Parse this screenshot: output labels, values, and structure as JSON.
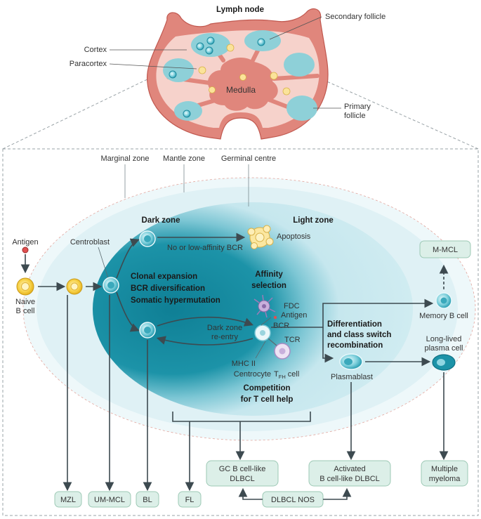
{
  "lymph_node": {
    "title": "Lymph node",
    "cortex": "Cortex",
    "paracortex": "Paracortex",
    "secondary_follicle": "Secondary follicle",
    "medulla": "Medulla",
    "primary_follicle_1": "Primary",
    "primary_follicle_2": "follicle"
  },
  "zones": {
    "marginal": "Marginal zone",
    "mantle": "Mantle zone",
    "germinal": "Germinal centre",
    "dark": "Dark zone",
    "light": "Light zone"
  },
  "cells": {
    "antigen": "Antigen",
    "naive_1": "Naive",
    "naive_2": "B cell",
    "centroblast": "Centroblast",
    "no_affinity": "No or low-affinity BCR",
    "apoptosis": "Apoptosis",
    "clonal": "Clonal expansion",
    "bcr_div": "BCR diversification",
    "somatic": "Somatic hypermutation",
    "affinity_1": "Affinity",
    "affinity_2": "selection",
    "fdc": "FDC",
    "fdc_antigen": "Antigen",
    "bcr": "BCR",
    "tcr": "TCR",
    "reentry_1": "Dark zone",
    "reentry_2": "re-entry",
    "mhc": "MHC II",
    "centrocyte": "Centrocyte",
    "tfh_main": "T",
    "tfh_sub": "FH",
    "tfh_tail": " cell",
    "competition_1": "Competition",
    "competition_2": "for T cell help",
    "diff_1": "Differentiation",
    "diff_2": "and class switch",
    "diff_3": "recombination",
    "plasmablast": "Plasmablast",
    "memory": "Memory B cell",
    "plasma_1": "Long-lived",
    "plasma_2": "plasma cell"
  },
  "lymphomas": {
    "mmcl": "M-MCL",
    "gcb_1": "GC B cell-like",
    "gcb_2": "DLBCL",
    "abc_1": "Activated",
    "abc_2": "B cell-like DLBCL",
    "myeloma_1": "Multiple",
    "myeloma_2": "myeloma",
    "mzl": "MZL",
    "ummcl": "UM-MCL",
    "bl": "BL",
    "fl": "FL",
    "nos": "DLBCL NOS"
  },
  "colors": {
    "node_fill": "#e0867c",
    "node_light": "#f6d2cb",
    "follicle": "#8ed0d8",
    "dark_zone": "#1c93a8",
    "light_zone": "#c6e7ee",
    "mantle": "#e8f5f8",
    "box_fill": "#dcefe8",
    "box_stroke": "#9dc9b5",
    "arrow": "#3d4a50"
  }
}
